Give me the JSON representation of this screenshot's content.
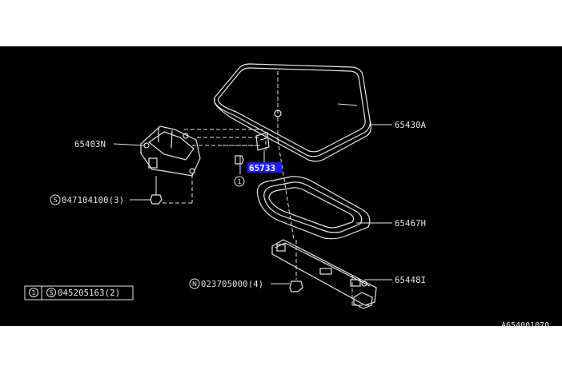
{
  "diagram": {
    "background": "#000000",
    "line_color": "#e6e6e6",
    "highlight_color": "#1a1aff",
    "labels": {
      "p65430A": "65430A",
      "p65403N": "65403N",
      "p65733": "65733",
      "p65467H": "65467H",
      "p65448I": "65448I",
      "bolt_upper": "047104100(3)",
      "nut_lower": "023705000(4)",
      "ref_circle": "1",
      "bolt_upper_prefix": "S",
      "nut_lower_prefix": "N",
      "legend_num": "1",
      "legend_prefix": "S",
      "legend_value": "045205163(2)"
    },
    "figure_id": "A654001070"
  }
}
